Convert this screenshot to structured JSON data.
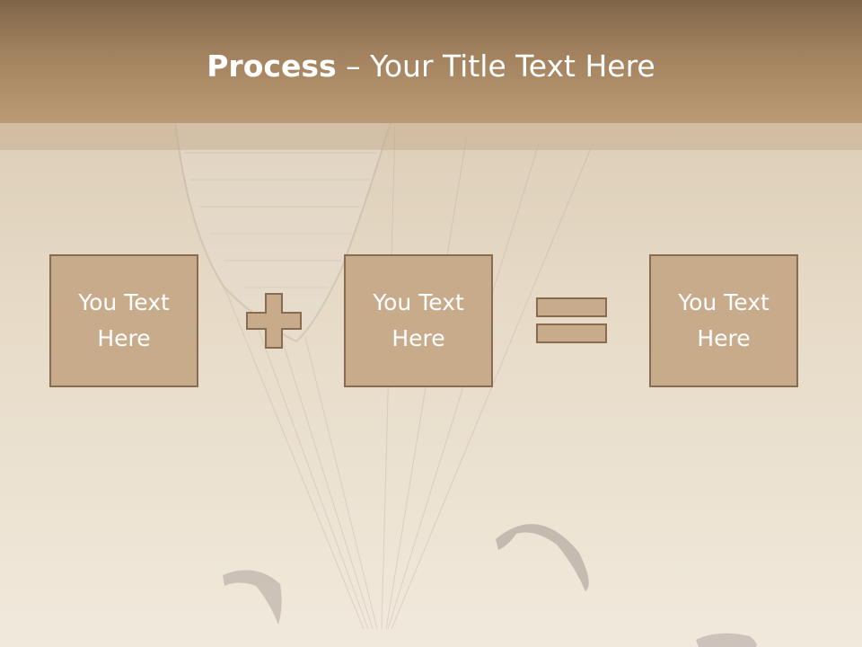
{
  "slide": {
    "title_bold": "Process",
    "title_rest": " – Your Title Text Here"
  },
  "boxes": [
    {
      "text": "You Text Here"
    },
    {
      "text": "You Text Here"
    },
    {
      "text": "You Text Here"
    }
  ],
  "operators": {
    "first": "plus-icon",
    "second": "equals-icon"
  },
  "colors": {
    "title_band": "#a3835f",
    "box_fill": "#c8ab8b",
    "box_border": "#876c52",
    "text": "#ffffff"
  }
}
